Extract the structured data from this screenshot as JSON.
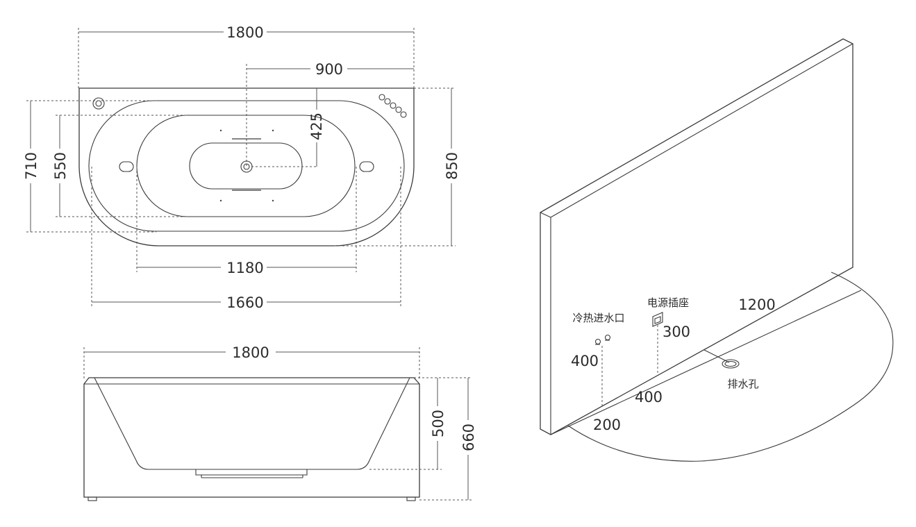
{
  "top_view": {
    "overall_length": "1800",
    "half_length": "900",
    "depth_to_center": "425",
    "outer_width": "710",
    "inner_width": "550",
    "overall_width": "850",
    "inner_length": "1180",
    "outer_length": "1660"
  },
  "side_view": {
    "overall_length": "1800",
    "inner_height": "500",
    "overall_height": "660"
  },
  "install_view": {
    "wall_length": "1200",
    "socket_label": "电源插座",
    "socket_height": "300",
    "water_label": "冷热进水口",
    "water_height": "400",
    "socket_offset": "400",
    "water_offset": "200",
    "drain_label": "排水孔"
  }
}
